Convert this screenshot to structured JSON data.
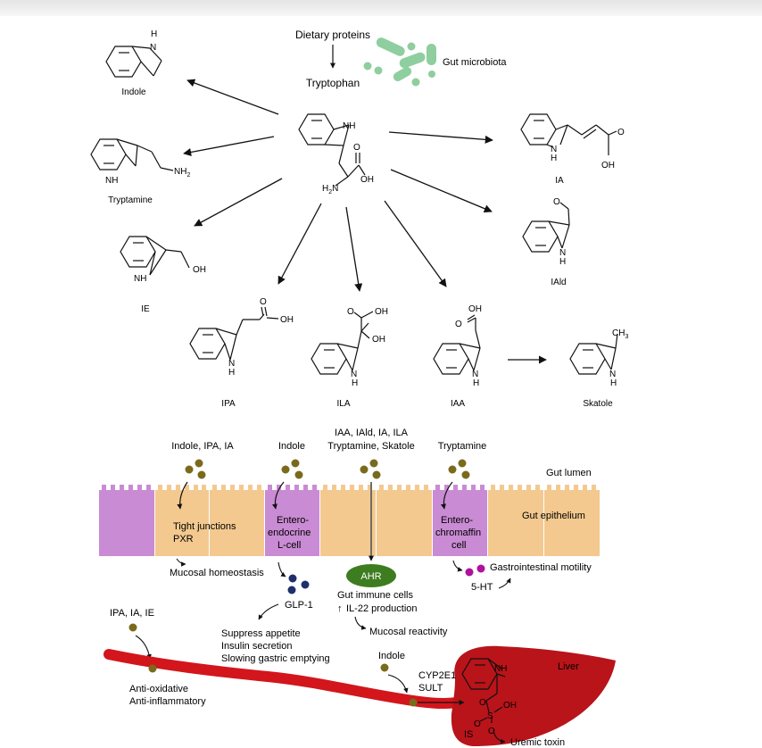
{
  "colors": {
    "microbe": "#8fce9f",
    "epithelium": "#f3c98f",
    "enteroendocrine": "#c98bd3",
    "metabolite_dot": "#7a6a1c",
    "glp1_dot": "#1e2f6b",
    "serotonin_dot": "#b0119c",
    "ahr": "#3d7d1f",
    "blood_vessel": "#d2161c",
    "liver": "#b8141a"
  },
  "top": {
    "dietary": "Dietary proteins",
    "tryptophan": "Tryptophan",
    "gut_microbiota": "Gut microbiota"
  },
  "molecules": {
    "indole": "Indole",
    "tryptamine": "Tryptamine",
    "ie": "IE",
    "ipa": "IPA",
    "ila": "ILA",
    "iaa": "IAA",
    "skatole": "Skatole",
    "ia": "IA",
    "iald": "IAld"
  },
  "atoms": {
    "h": "H",
    "n": "N",
    "nh": "NH",
    "nh2": "NH",
    "nh2_sub": "2",
    "h2n": "H",
    "h2n_sub": "2",
    "h2n_n": "N",
    "oh": "OH",
    "o": "O",
    "ch3": "CH",
    "ch3_sub": "3",
    "s": "S"
  },
  "gut": {
    "col1": "Indole, IPA, IA",
    "col2": "Indole",
    "col3_line1": "IAA, IAld, IA, ILA",
    "col3_line2": "Tryptamine, Skatole",
    "col4": "Tryptamine",
    "lumen": "Gut lumen",
    "epithelium": "Gut epithelium",
    "tight1": "Tight junctions",
    "tight2": "PXR",
    "l_cell1": "Entero-",
    "l_cell2": "endocrine",
    "l_cell3": "L-cell",
    "ec1": "Entero-",
    "ec2": "chromaffin",
    "ec3": "cell",
    "mucosal_homeostasis": "Mucosal homeostasis",
    "glp1": "GLP-1",
    "ahr": "AHR",
    "immune": "Gut immune cells",
    "il22": "IL-22 production",
    "il22_arrow": "↑",
    "reactivity": "Mucosal reactivity",
    "motility": "Gastrointestinal motility",
    "ht5": "5-HT",
    "appetite1": "Suppress appetite",
    "appetite2": "Insulin secretion",
    "appetite3": "Slowing gastric emptying",
    "ipa_ia_ie": "IPA, IA, IE",
    "anti1": "Anti-oxidative",
    "anti2": "Anti-inflammatory",
    "indole_blood": "Indole",
    "cyp": "CYP2E1",
    "sult": "SULT",
    "liver": "Liver",
    "is": "IS",
    "uremic": "Uremic toxin"
  }
}
